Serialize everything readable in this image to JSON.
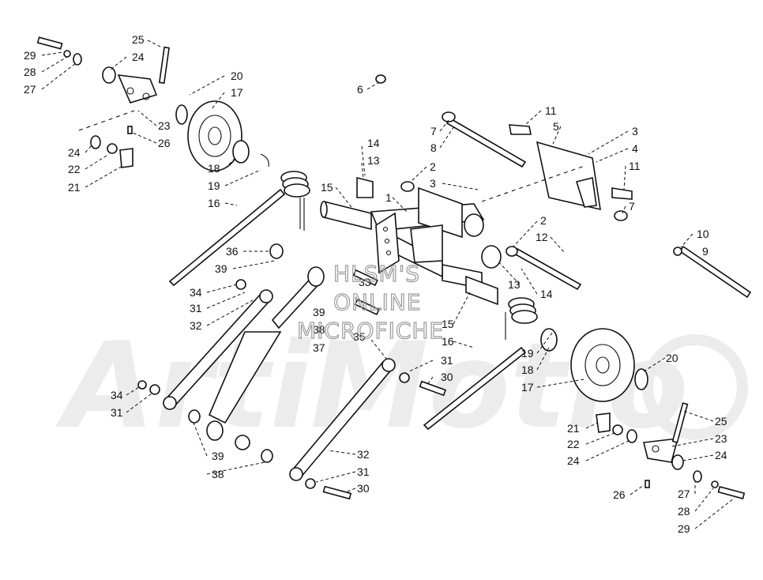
{
  "watermark": {
    "line1": "HLSM'S",
    "line2": "ONLINE",
    "line3": "MICROFICHE",
    "logo_text": "ArtiMotio",
    "color": "#9a9a9a"
  },
  "callouts": [
    {
      "id": "c29a",
      "text": "29"
    },
    {
      "id": "c28a",
      "text": "28"
    },
    {
      "id": "c27a",
      "text": "27"
    },
    {
      "id": "c25a",
      "text": "25"
    },
    {
      "id": "c24a",
      "text": "24"
    },
    {
      "id": "c20a",
      "text": "20"
    },
    {
      "id": "c17a",
      "text": "17"
    },
    {
      "id": "c23a",
      "text": "23"
    },
    {
      "id": "c26a",
      "text": "26"
    },
    {
      "id": "c24b",
      "text": "24"
    },
    {
      "id": "c22a",
      "text": "22"
    },
    {
      "id": "c21a",
      "text": "21"
    },
    {
      "id": "c18a",
      "text": "18"
    },
    {
      "id": "c19a",
      "text": "19"
    },
    {
      "id": "c16a",
      "text": "16"
    },
    {
      "id": "c6",
      "text": "6"
    },
    {
      "id": "c14a",
      "text": "14"
    },
    {
      "id": "c13a",
      "text": "13"
    },
    {
      "id": "c15a",
      "text": "15"
    },
    {
      "id": "c1",
      "text": "1"
    },
    {
      "id": "c2a",
      "text": "2"
    },
    {
      "id": "c3a",
      "text": "3"
    },
    {
      "id": "c7a",
      "text": "7"
    },
    {
      "id": "c8",
      "text": "8"
    },
    {
      "id": "c11a",
      "text": "11"
    },
    {
      "id": "c5",
      "text": "5"
    },
    {
      "id": "c3b",
      "text": "3"
    },
    {
      "id": "c4",
      "text": "4"
    },
    {
      "id": "c11b",
      "text": "11"
    },
    {
      "id": "c7b",
      "text": "7"
    },
    {
      "id": "c2b",
      "text": "2"
    },
    {
      "id": "c12",
      "text": "12"
    },
    {
      "id": "c10",
      "text": "10"
    },
    {
      "id": "c9",
      "text": "9"
    },
    {
      "id": "c36",
      "text": "36"
    },
    {
      "id": "c39a",
      "text": "39"
    },
    {
      "id": "c33",
      "text": "33"
    },
    {
      "id": "c13b",
      "text": "13"
    },
    {
      "id": "c14b",
      "text": "14"
    },
    {
      "id": "c34a",
      "text": "34"
    },
    {
      "id": "c31a",
      "text": "31"
    },
    {
      "id": "c39b",
      "text": "39"
    },
    {
      "id": "c38a",
      "text": "38"
    },
    {
      "id": "c37",
      "text": "37"
    },
    {
      "id": "c32a",
      "text": "32"
    },
    {
      "id": "c35",
      "text": "35"
    },
    {
      "id": "c15b",
      "text": "15"
    },
    {
      "id": "c16b",
      "text": "16"
    },
    {
      "id": "c19b",
      "text": "19"
    },
    {
      "id": "c18b",
      "text": "18"
    },
    {
      "id": "c17b",
      "text": "17"
    },
    {
      "id": "c20b",
      "text": "20"
    },
    {
      "id": "c31b",
      "text": "31"
    },
    {
      "id": "c30a",
      "text": "30"
    },
    {
      "id": "c34b",
      "text": "34"
    },
    {
      "id": "c31c",
      "text": "31"
    },
    {
      "id": "c39c",
      "text": "39"
    },
    {
      "id": "c38b",
      "text": "38"
    },
    {
      "id": "c32b",
      "text": "32"
    },
    {
      "id": "c31d",
      "text": "31"
    },
    {
      "id": "c30b",
      "text": "30"
    },
    {
      "id": "c25b",
      "text": "25"
    },
    {
      "id": "c23b",
      "text": "23"
    },
    {
      "id": "c21b",
      "text": "21"
    },
    {
      "id": "c22b",
      "text": "22"
    },
    {
      "id": "c24c",
      "text": "24"
    },
    {
      "id": "c24d",
      "text": "24"
    },
    {
      "id": "c26b",
      "text": "26"
    },
    {
      "id": "c27b",
      "text": "27"
    },
    {
      "id": "c28b",
      "text": "28"
    },
    {
      "id": "c29b",
      "text": "29"
    }
  ]
}
